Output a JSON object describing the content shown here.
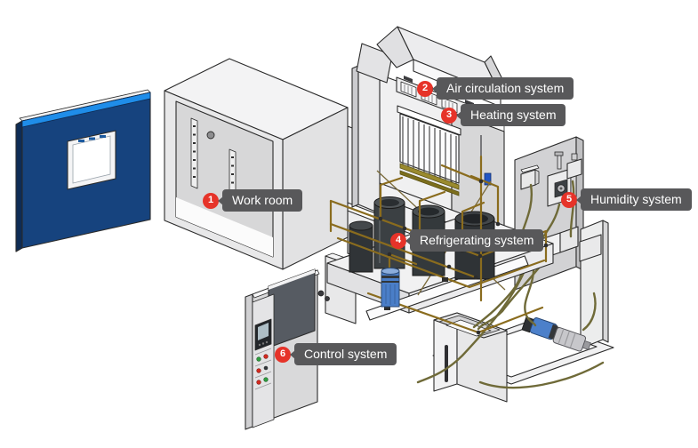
{
  "colors": {
    "badge_red": "#e63329",
    "label_bg": "#58585a",
    "label_text": "#ffffff",
    "door_blue": "#16437e",
    "door_edge_blue": "#1f8de9",
    "copper": "#8a6c1e",
    "heater_gold": "#9a8a2e",
    "receiver_blue": "#4a7ec8",
    "tube_olive": "#6f6a38"
  },
  "callouts": [
    {
      "number": "1",
      "label": "Work room"
    },
    {
      "number": "2",
      "label": "Air circulation system"
    },
    {
      "number": "3",
      "label": "Heating system"
    },
    {
      "number": "4",
      "label": "Refrigerating system"
    },
    {
      "number": "5",
      "label": "Humidity system"
    },
    {
      "number": "6",
      "label": "Control system"
    }
  ]
}
